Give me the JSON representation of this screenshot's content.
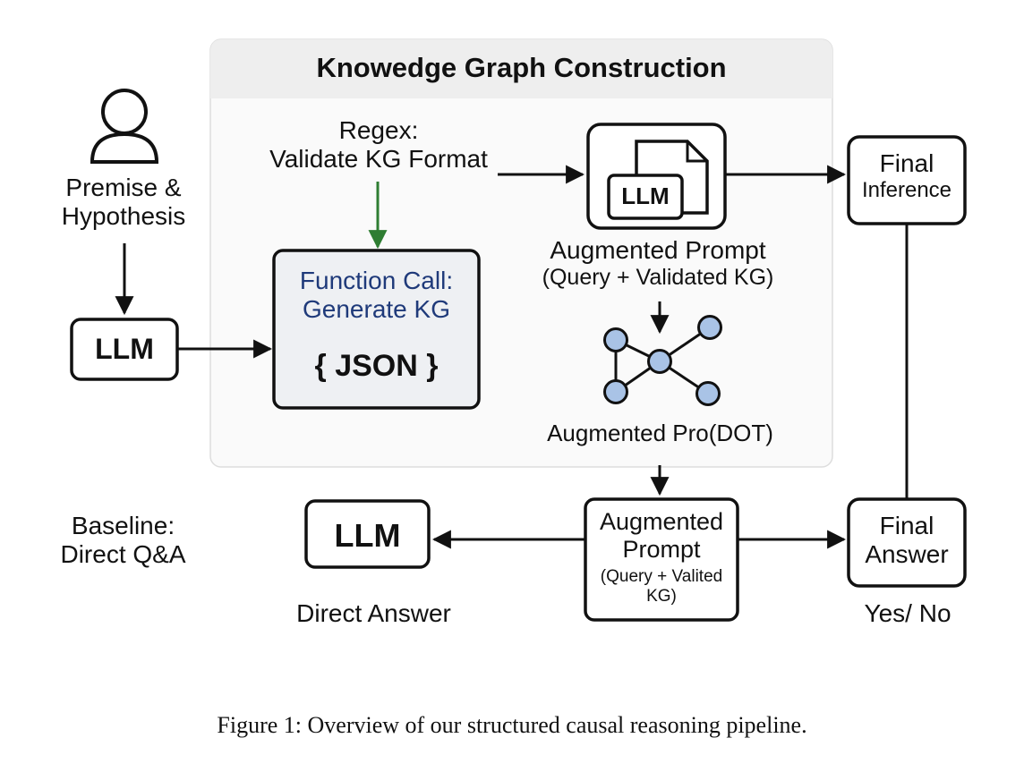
{
  "kg_panel": {
    "title": "Knowedge Graph Construction"
  },
  "user": {
    "label_line1": "Premise &",
    "label_line2": "Hypothesis"
  },
  "llm_left": {
    "label": "LLM"
  },
  "regex": {
    "line1": "Regex:",
    "line2": "Validate KG Format"
  },
  "function_call": {
    "line1": "Function Call:",
    "line2": "Generate KG",
    "json_label": "{ JSON }"
  },
  "llm_doc": {
    "label": "LLM"
  },
  "augmented_prompt_top": {
    "line1": "Augmented Prompt",
    "line2": "(Query + Validated KG)"
  },
  "graph_label": "Augmented Pro(DOT)",
  "final_inference": {
    "line1": "Final",
    "line2": "Inference"
  },
  "baseline": {
    "line1": "Baseline:",
    "line2": "Direct Q&A"
  },
  "llm_bottom": {
    "label": "LLM"
  },
  "direct_answer": "Direct Answer",
  "augmented_prompt_bottom": {
    "line1": "Augmented",
    "line2": "Prompt",
    "line3": "(Query + Valited",
    "line4": "KG)"
  },
  "final_answer": {
    "line1": "Final",
    "line2": "Answer",
    "outcome": "Yes/ No"
  },
  "caption": "Figure 1: Overview of our structured causal reasoning pipeline.",
  "colors": {
    "green_arrow": "#2e7d32",
    "function_text": "#1f3a7a",
    "node_fill": "#a9c3e6",
    "panel_bg": "#fafafa"
  }
}
